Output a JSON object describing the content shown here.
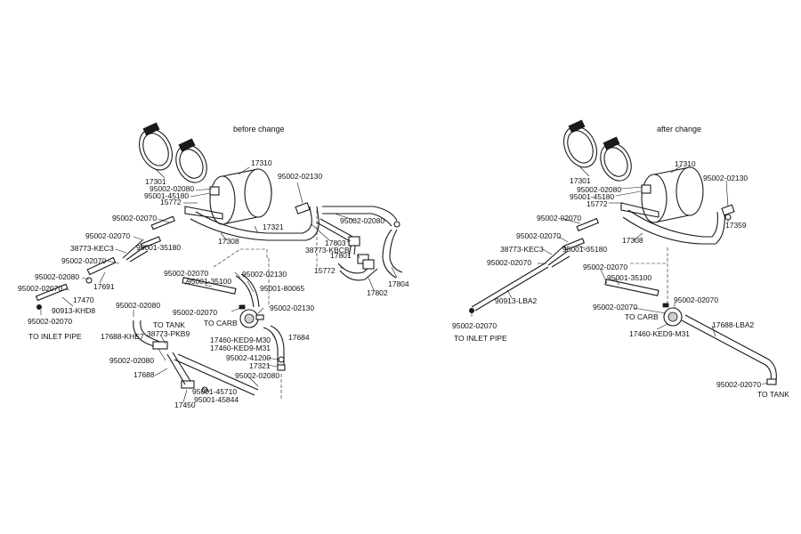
{
  "titles": {
    "before": "before change",
    "after": "after change"
  },
  "before": {
    "labels": [
      "17301",
      "95002-02080",
      "95001-45180",
      "15772",
      "17310",
      "95002-02130",
      "95002-02070",
      "95002-02070",
      "95001-35180",
      "17308",
      "17321",
      "38773-KEC3",
      "95002-02070",
      "95002-02080",
      "95002-02070",
      "17470",
      "17691",
      "90913-KHD8",
      "95002-02070",
      "TO INLET PIPE",
      "95002-02070",
      "95001-35100",
      "95002-02130",
      "95001-80065",
      "95002-02070",
      "TO CARB",
      "95002-02130",
      "17460-KED9-M30",
      "17460-KED9-M31",
      "17684",
      "95002-41200",
      "17321",
      "95002-02080",
      "95002-02080",
      "TO TANK",
      "38773-PKB9",
      "17688-KHE7",
      "95002-02080",
      "17688",
      "95001-45710",
      "95001-45844",
      "17450",
      "38773-KBCB",
      "95002-02080",
      "17803",
      "17801",
      "15772",
      "17804",
      "17802"
    ]
  },
  "after": {
    "labels": [
      "17301",
      "95002-02080",
      "95001-45180",
      "15772",
      "17310",
      "95002-02130",
      "17359",
      "95002-02070",
      "95002-02070",
      "95001-35180",
      "17308",
      "38773-KEC3",
      "95002-02070",
      "95002-02070",
      "95001-35100",
      "90913-LBA2",
      "95002-02070",
      "TO CARB",
      "95002-02070",
      "TO INLET PIPE",
      "17460-KED9-M31",
      "17688-LBA2",
      "95002-02070",
      "TO TANK"
    ]
  }
}
